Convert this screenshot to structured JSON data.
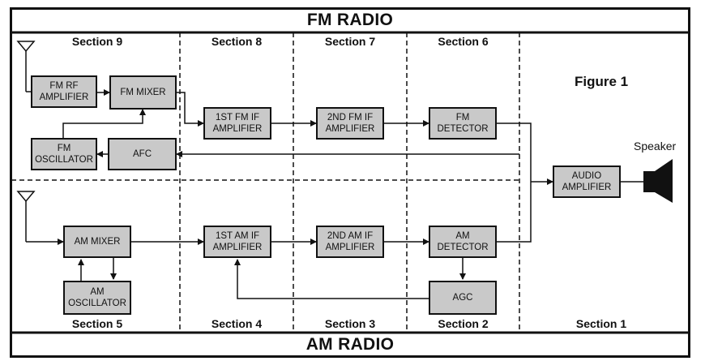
{
  "banners": {
    "top": "FM RADIO",
    "bottom": "AM RADIO"
  },
  "figure_label": "Figure 1",
  "speaker_label": "Speaker",
  "sections_top": [
    "Section 9",
    "Section 8",
    "Section 7",
    "Section 6"
  ],
  "sections_bottom": [
    "Section 5",
    "Section 4",
    "Section 3",
    "Section 2",
    "Section 1"
  ],
  "blocks": {
    "fm_rf_amplifier": "FM RF\nAMPLIFIER",
    "fm_mixer": "FM MIXER",
    "fm_oscillator": "FM\nOSCILLATOR",
    "afc": "AFC",
    "first_fm_if": "1ST FM IF\nAMPLIFIER",
    "second_fm_if": "2ND FM IF\nAMPLIFIER",
    "fm_detector": "FM\nDETECTOR",
    "audio_amplifier": "AUDIO\nAMPLIFIER",
    "am_mixer": "AM MIXER",
    "am_oscillator": "AM\nOSCILLATOR",
    "first_am_if": "1ST AM IF\nAMPLIFIER",
    "second_am_if": "2ND AM IF\nAMPLIFIER",
    "am_detector": "AM\nDETECTOR",
    "agc": "AGC"
  }
}
